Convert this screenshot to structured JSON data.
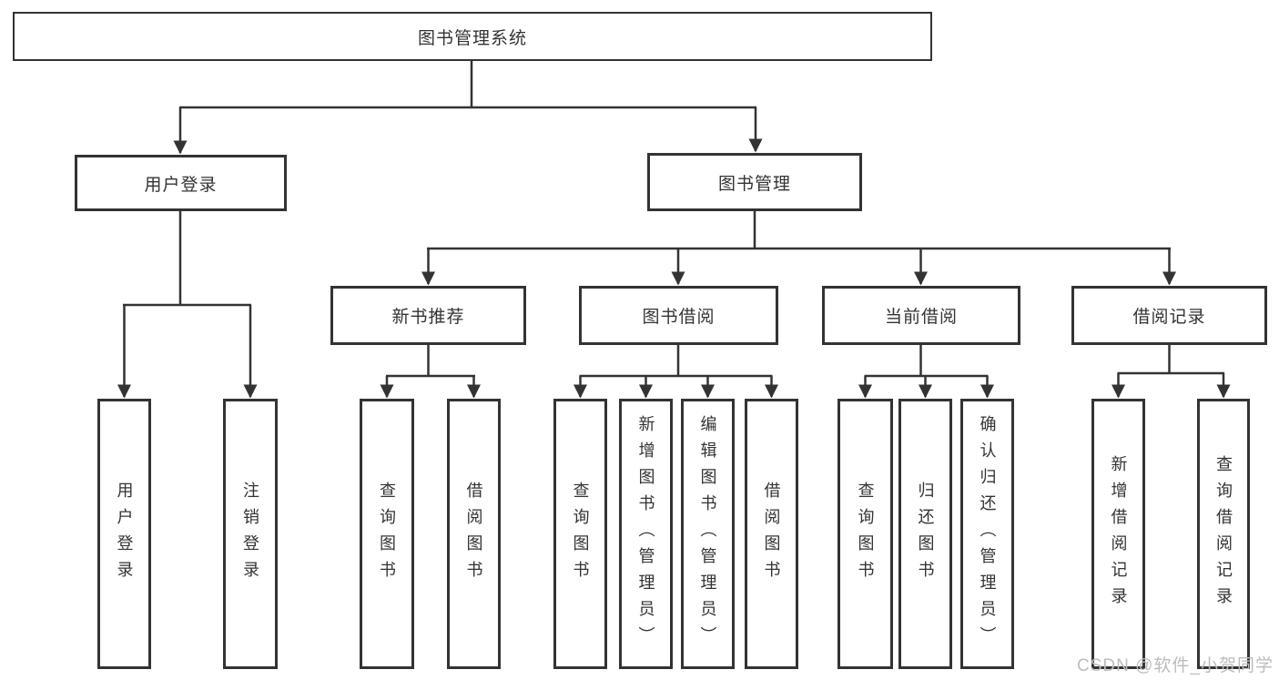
{
  "diagram": {
    "type": "hierarchy",
    "tree": {
      "label": "图书管理系统",
      "children": [
        {
          "label": "用户登录",
          "children": [
            {
              "label": "用户登录"
            },
            {
              "label": "注销登录"
            }
          ]
        },
        {
          "label": "图书管理",
          "children": [
            {
              "label": "新书推荐",
              "children": [
                {
                  "label": "查询图书"
                },
                {
                  "label": "借阅图书"
                }
              ]
            },
            {
              "label": "图书借阅",
              "children": [
                {
                  "label": "查询图书"
                },
                {
                  "label": "新增图书（管理员）"
                },
                {
                  "label": "编辑图书（管理员）"
                },
                {
                  "label": "借阅图书"
                }
              ]
            },
            {
              "label": "当前借阅",
              "children": [
                {
                  "label": "查询图书"
                },
                {
                  "label": "归还图书"
                },
                {
                  "label": "确认归还（管理员）"
                }
              ]
            },
            {
              "label": "借阅记录",
              "children": [
                {
                  "label": "新增借阅记录"
                },
                {
                  "label": "查询借阅记录"
                }
              ]
            }
          ]
        }
      ]
    },
    "colors": {
      "line": "#333333",
      "text": "#333333",
      "box_background": "#ffffff",
      "watermark": "#bcbcbc"
    }
  },
  "watermark": "CSDN @软件_小贺同学"
}
